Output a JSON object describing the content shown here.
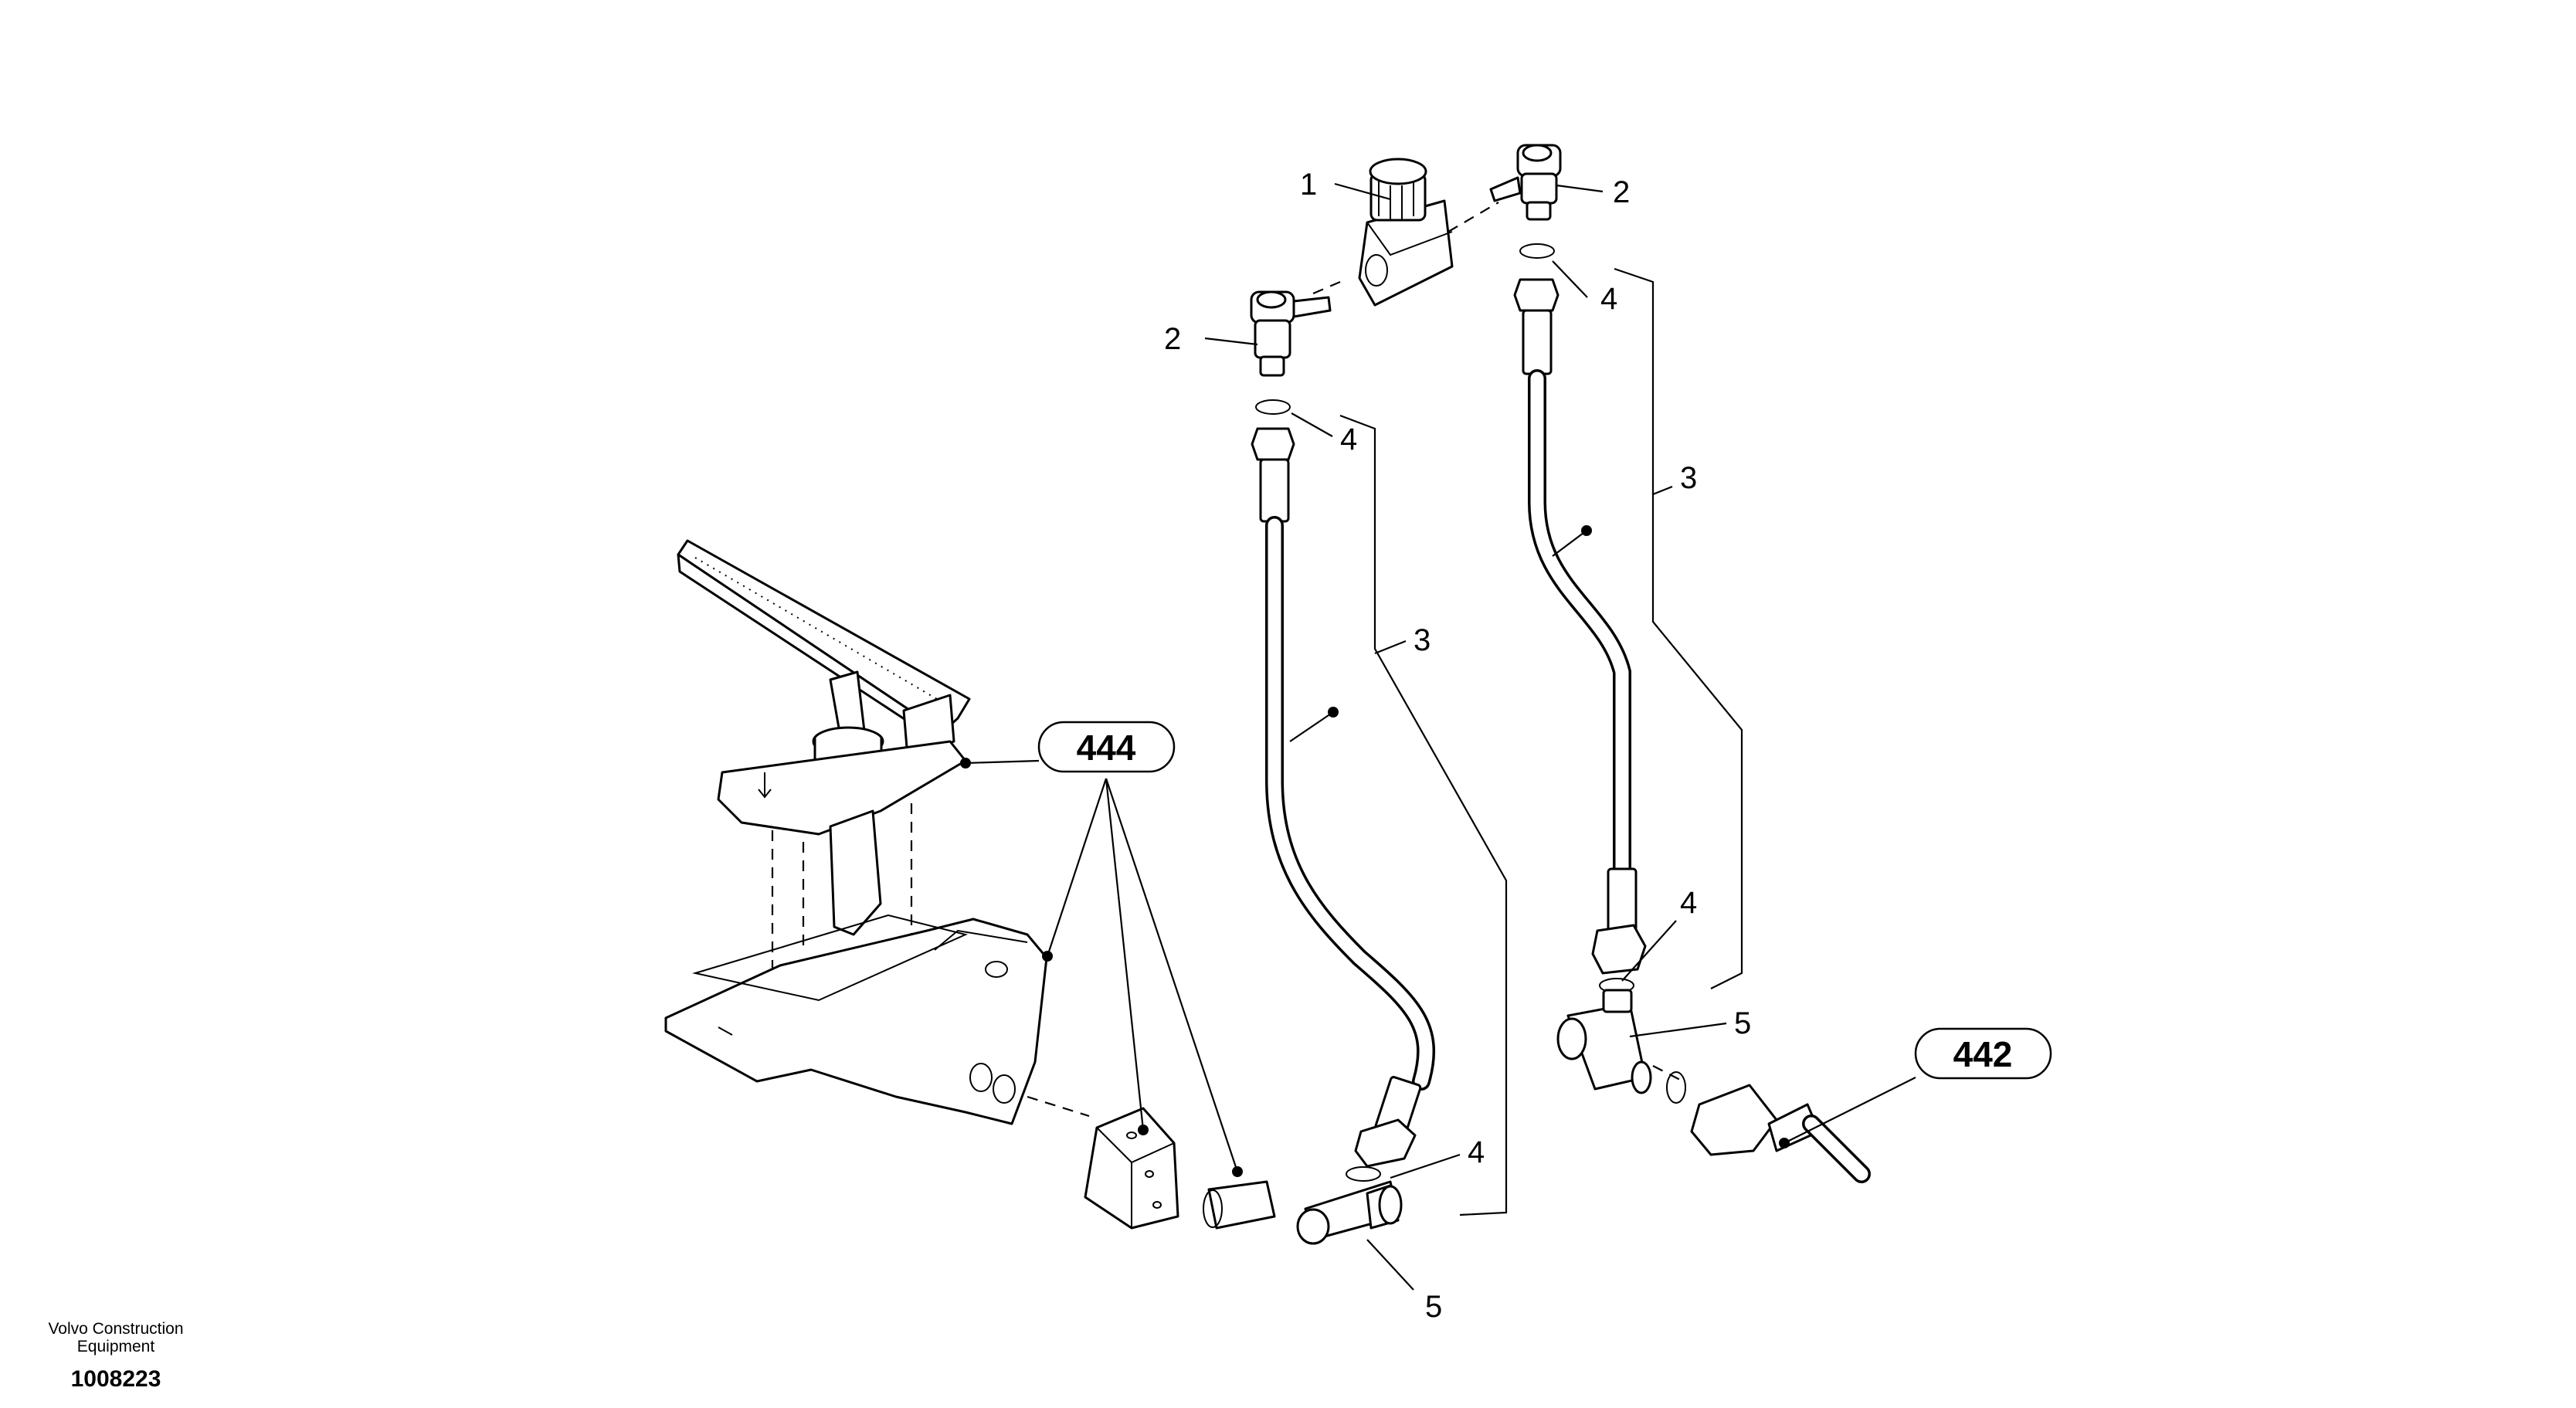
{
  "callouts": {
    "c1": "1",
    "c2a": "2",
    "c2b": "2",
    "c3a": "3",
    "c3b": "3",
    "c4a": "4",
    "c4b": "4",
    "c4c": "4",
    "c4d": "4",
    "c5a": "5",
    "c5b": "5"
  },
  "references": {
    "ref444": "444",
    "ref442": "442"
  },
  "footer": {
    "maker_line1": "Volvo Construction",
    "maker_line2": "Equipment",
    "drawing_number": "1008223"
  }
}
